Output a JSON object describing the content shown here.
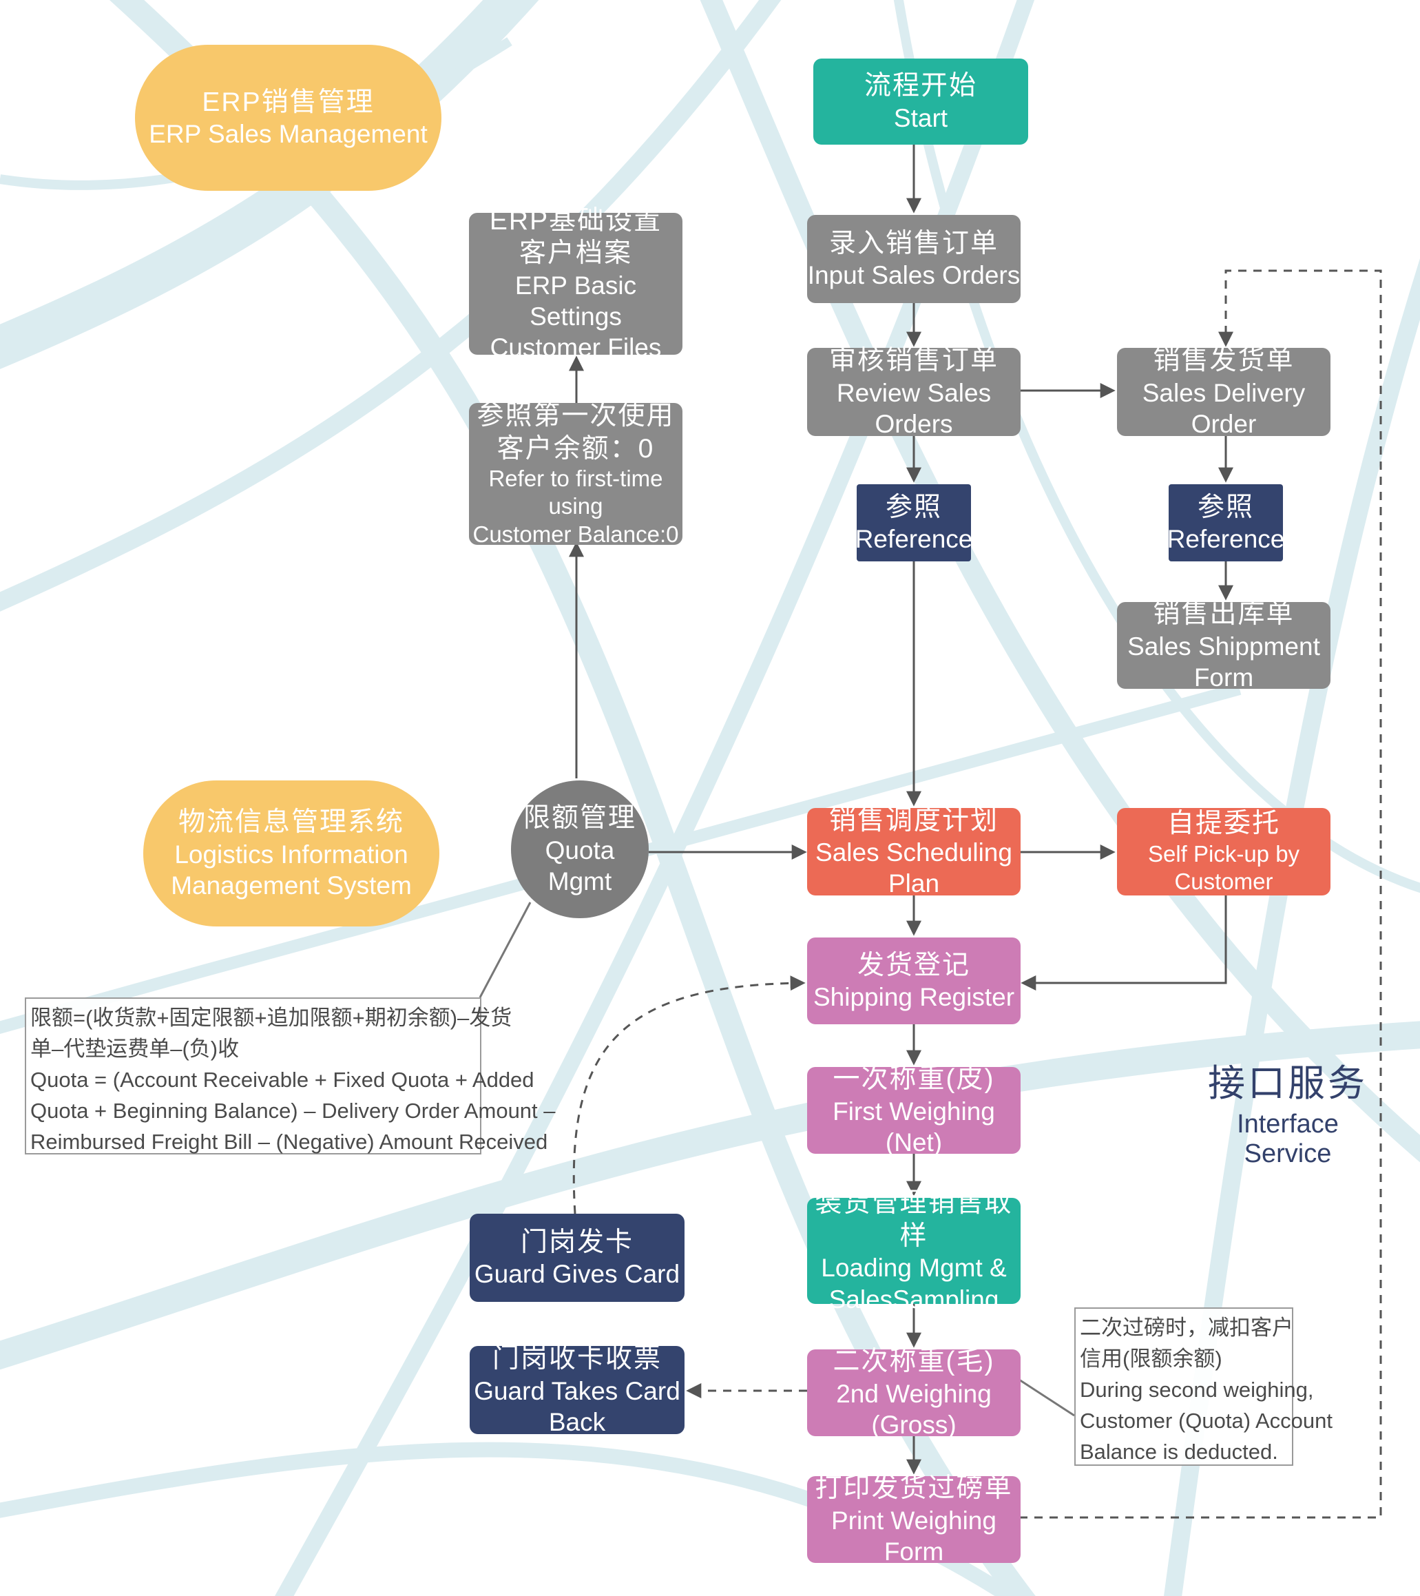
{
  "colors": {
    "gray": "#8a8a8a",
    "teal": "#24b49e",
    "navy": "#34446e",
    "red": "#ec6a55",
    "pink": "#cd7cb5",
    "yellow": "#f8c86b",
    "connector": "#555555",
    "background_swirl": "#dbecf0"
  },
  "labels": {
    "erp_sales": {
      "zh": "ERP销售管理",
      "en": "ERP Sales Management"
    },
    "logistics": {
      "zh": "物流信息管理系统",
      "en1": "Logistics Information",
      "en2": "Management System"
    },
    "erp_basic": {
      "zh1": "ERP基础设置",
      "zh2": "客户档案",
      "en1": "ERP Basic Settings",
      "en2": "Customer Files"
    },
    "refer_first": {
      "zh1": "参照第一次使用",
      "zh2": "客户余额：0",
      "en1": "Refer to  first-time using",
      "en2": "Customer Balance:0"
    },
    "quota": {
      "zh": "限额管理",
      "en": "Quota Mgmt"
    },
    "start": {
      "zh": "流程开始",
      "en": "Start"
    },
    "input_orders": {
      "zh": "录入销售订单",
      "en": "Input Sales Orders"
    },
    "review_orders": {
      "zh": "审核销售订单",
      "en": "Review Sales Orders"
    },
    "reference_left": {
      "zh": "参照",
      "en": "Reference"
    },
    "delivery_order": {
      "zh": "销售发货单",
      "en": "Sales Delivery Order"
    },
    "reference_right": {
      "zh": "参照",
      "en": "Reference"
    },
    "shipment_form": {
      "zh": "销售出库单",
      "en": "Sales Shippment Form"
    },
    "scheduling": {
      "zh": "销售调度计划",
      "en": "Sales Scheduling Plan"
    },
    "self_pickup": {
      "zh": "自提委托",
      "en": "Self Pick-up by Customer"
    },
    "shipping_register": {
      "zh": "发货登记",
      "en": "Shipping Register"
    },
    "first_weighing": {
      "zh": "一次称重(皮)",
      "en": "First Weighing (Net)"
    },
    "loading": {
      "zh": "装货管理销售取样",
      "en1": "Loading Mgmt &",
      "en2": "SalesSampling"
    },
    "second_weighing": {
      "zh": "二次称重(毛)",
      "en": "2nd Weighing (Gross)"
    },
    "print_form": {
      "zh": "打印发货过磅单",
      "en": "Print Weighing Form"
    },
    "guard_gives": {
      "zh": "门岗发卡",
      "en": "Guard Gives Card"
    },
    "guard_takes": {
      "zh": "门岗收卡收票",
      "en": "Guard Takes Card Back"
    },
    "quota_formula": {
      "zh1": "限额=(收货款+固定限额+追加限额+期初余额)–发货",
      "zh2": "单–代垫运费单–(负)收",
      "en1": "Quota = (Account Receivable + Fixed Quota + Added",
      "en2": "Quota + Beginning Balance) – Delivery Order Amount –",
      "en3": "Reimbursed Freight Bill – (Negative) Amount Received"
    },
    "second_weigh_note": {
      "zh1": "二次过磅时，减扣客户",
      "zh2": "信用(限额余额)",
      "en1": "During second weighing,",
      "en2": "Customer (Quota) Account",
      "en3": "Balance is deducted."
    },
    "interface_service": {
      "zh": "接口服务",
      "en": "Interface Service"
    }
  }
}
